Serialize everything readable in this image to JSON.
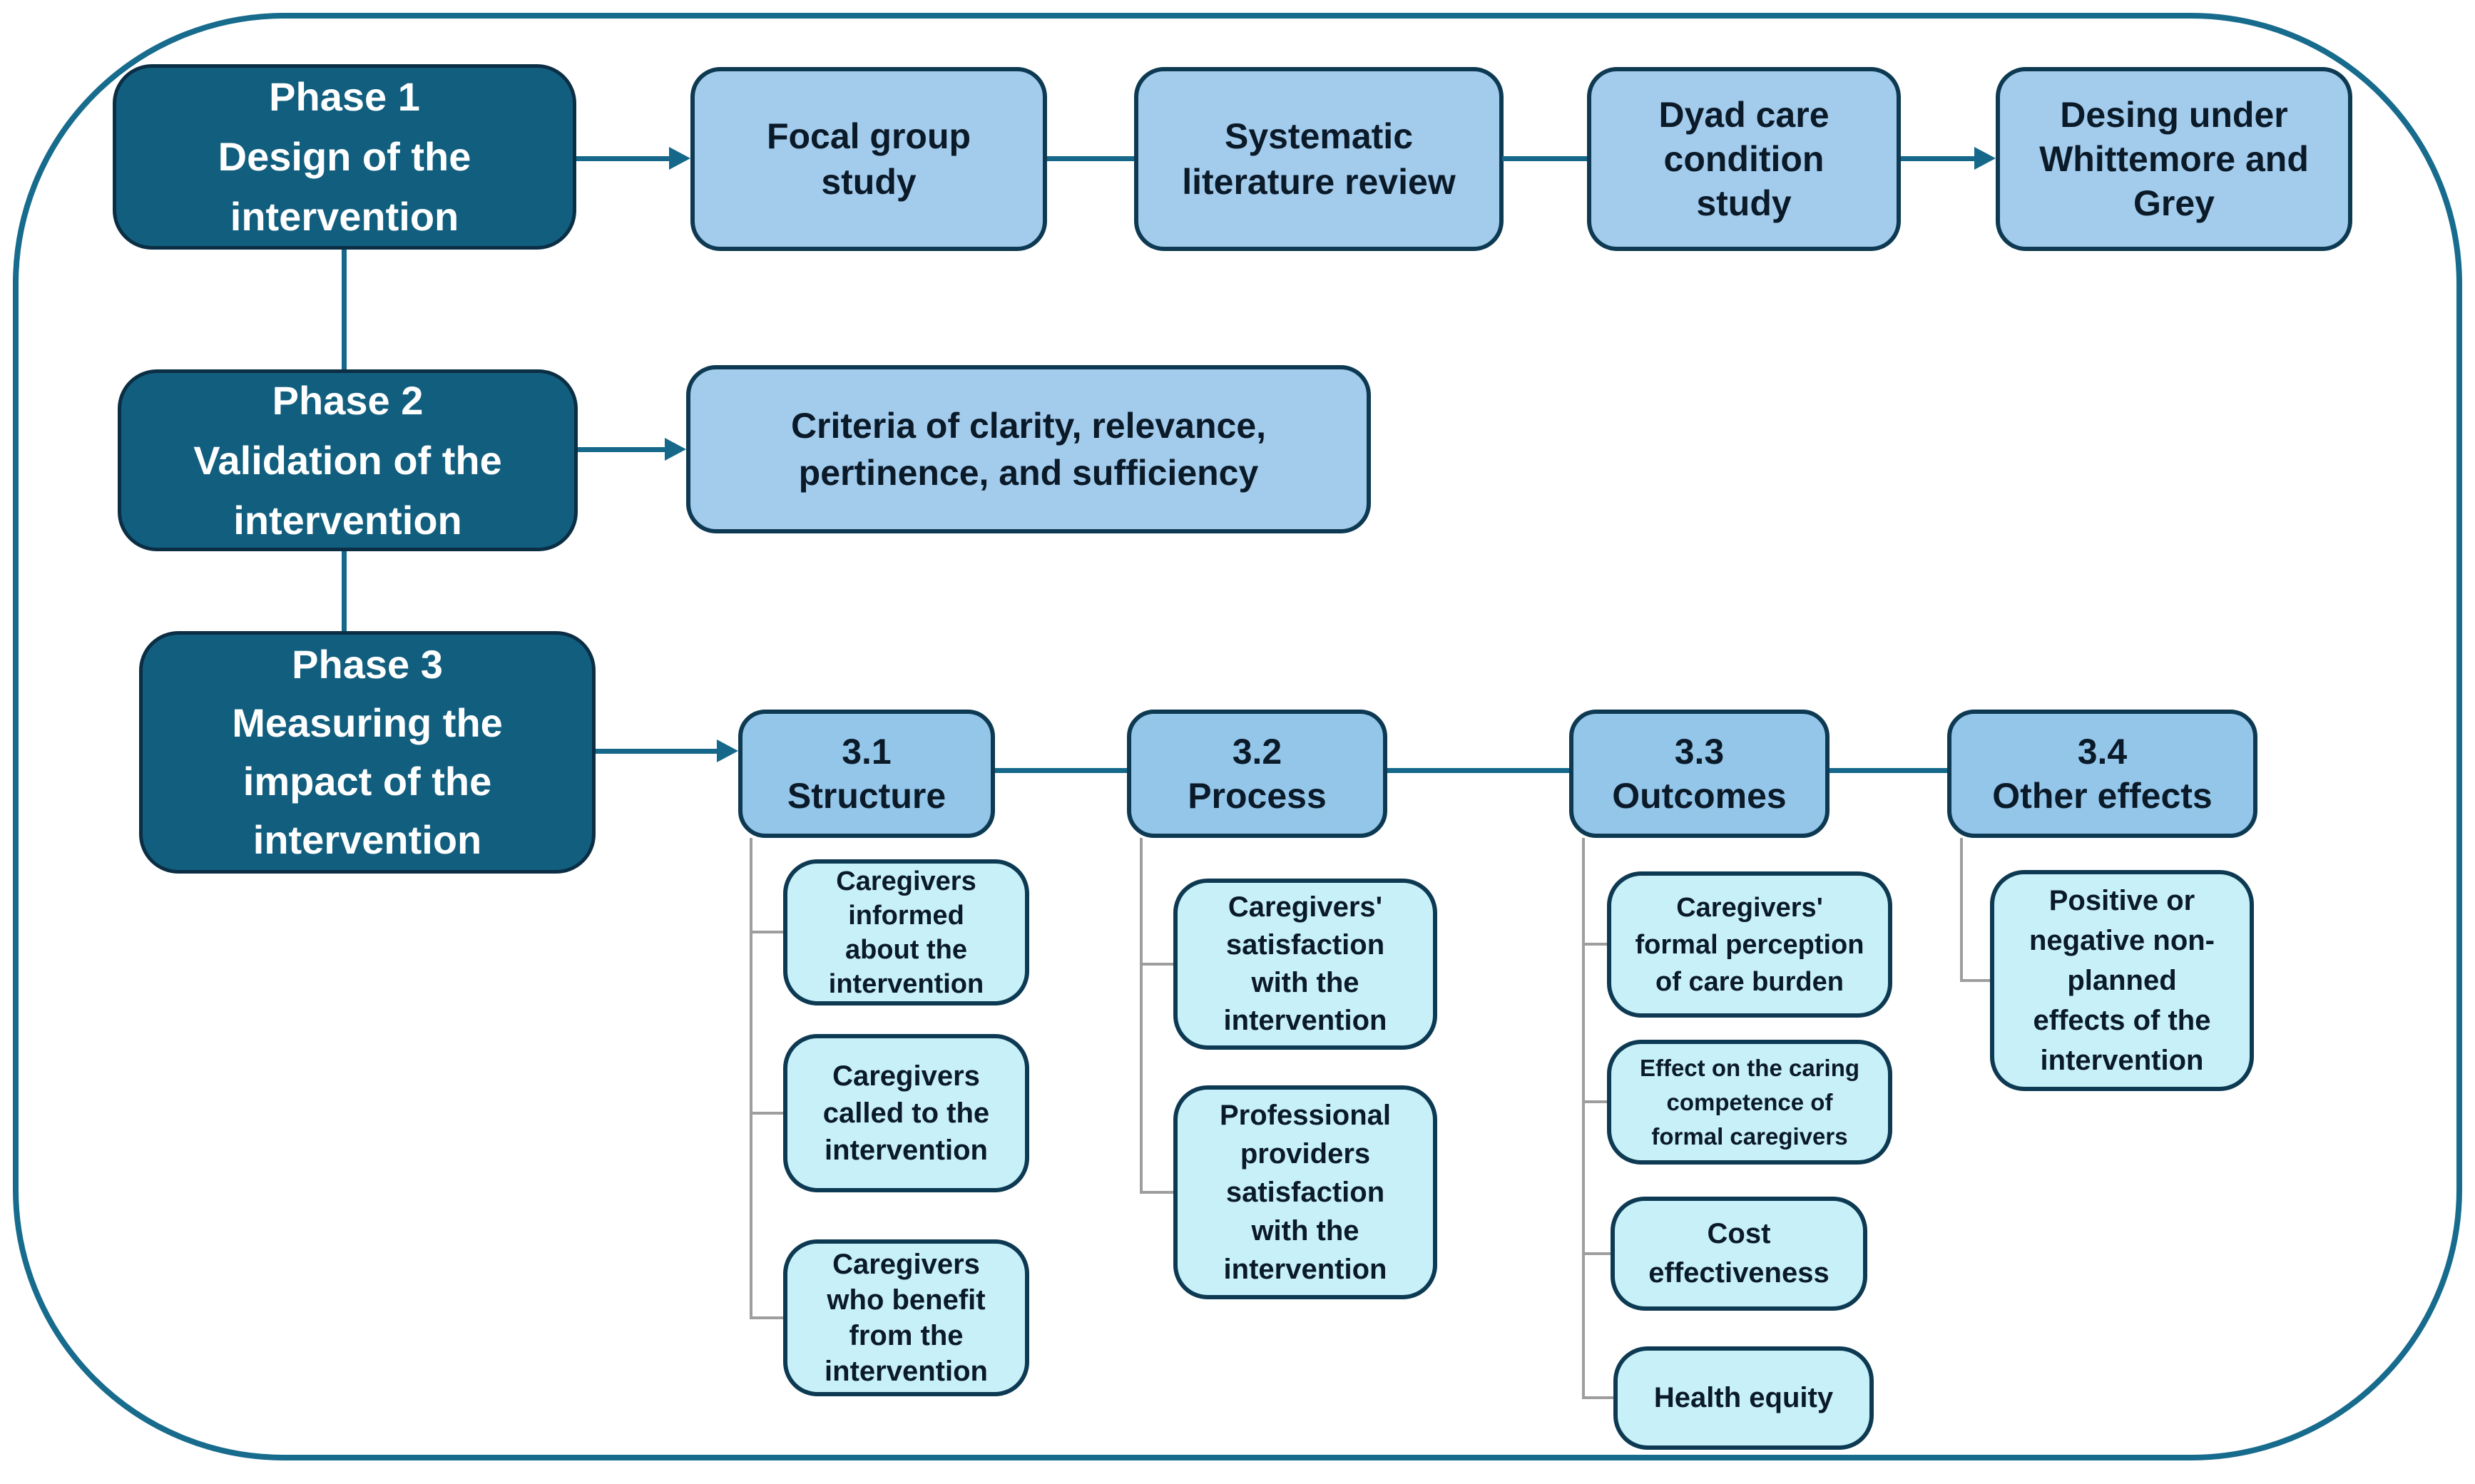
{
  "colors": {
    "phase_fill": "#115E7E",
    "phase_border": "#0B2E44",
    "phase_text": "#FFFFFF",
    "node_fill": "#A3CBEC",
    "header_fill": "#94C6EA",
    "sub_fill": "#C7F0F9",
    "node_border": "#0D3A52",
    "node_text": "#0A1A28",
    "connector": "#15688A",
    "tree": "#9E9E9E",
    "outer_border": "#176B8D",
    "background": "#FFFFFF"
  },
  "phases": {
    "p1": "Phase 1\nDesign of the\nintervention",
    "p2": "Phase 2\nValidation of the\nintervention",
    "p3": "Phase 3\nMeasuring the\nimpact of the\nintervention"
  },
  "design_row": {
    "focal": "Focal group\nstudy",
    "systematic": "Systematic\nliterature review",
    "dyad": "Dyad care\ncondition\nstudy",
    "whittemore": "Desing under\nWhittemore and\nGrey"
  },
  "validation": {
    "criteria": "Criteria of clarity, relevance,\npertinence, and sufficiency"
  },
  "measurement": {
    "headers": {
      "structure": "3.1\nStructure",
      "process": "3.2\nProcess",
      "outcomes": "3.3\nOutcomes",
      "other": "3.4\nOther effects"
    },
    "structure_items": {
      "informed": "Caregivers\ninformed\nabout the\nintervention",
      "called": "Caregivers\ncalled to the\nintervention",
      "benefit": "Caregivers\nwho benefit\nfrom the\nintervention"
    },
    "process_items": {
      "caregiver_satisfaction": "Caregivers'\nsatisfaction\nwith the\nintervention",
      "provider_satisfaction": "Professional\nproviders\nsatisfaction\nwith the\nintervention"
    },
    "outcomes_items": {
      "burden": "Caregivers'\nformal perception\nof care burden",
      "competence": "Effect on the caring\ncompetence of\nformal caregivers",
      "cost": "Cost\neffectiveness",
      "equity": "Health equity"
    },
    "other_items": {
      "nonplanned": "Positive or\nnegative non-\nplanned\neffects of the\nintervention"
    }
  }
}
